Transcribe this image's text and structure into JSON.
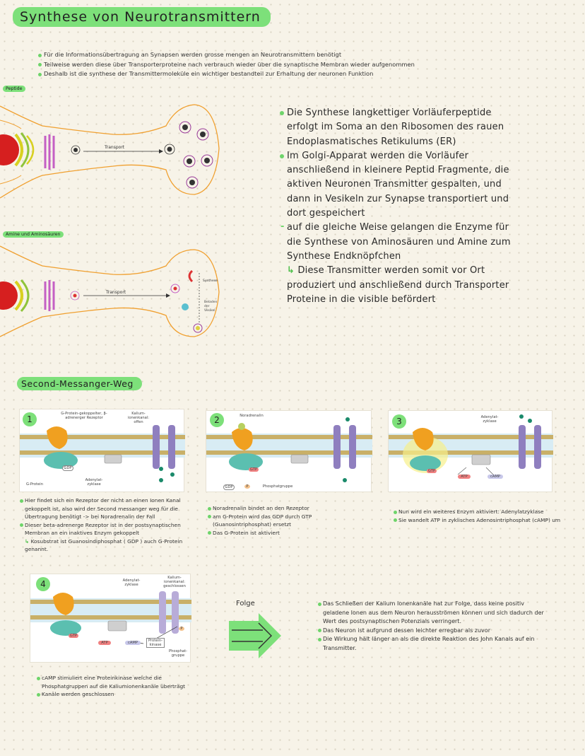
{
  "title": "Synthese von Neurotransmittern",
  "intro": [
    "Für die Informationsübertragung an Synapsen werden grosse mengen an Neurotransmittern benötigt",
    "Teilweise werden diese über Transporterproteine  nach verbrauch wieder über die synaptische Membran wieder aufgenommen",
    "Deshalb ist die synthese der Transmittermoleküle ein wichtiger bestandteil zur Erhaltung der neuronen Funktion"
  ],
  "diagram1": {
    "tag": "Peptide",
    "transport_label": "Transport"
  },
  "diagram2": {
    "tag": "Amine und Aminosäuren",
    "transport_label": "Transport",
    "label_synthese": "Synthese",
    "label_beladen": "Beladen der Vesikel"
  },
  "main_text": {
    "p1": "Die Synthese langkettiger Vorläuferpeptide erfolgt im Soma an den Ribosomen des rauen Endoplasmatisches Retikulums (ER)",
    "p2": "Im Golgi-Apparat werden die Vorläufer anschließend in kleinere Peptid Fragmente, die aktiven Neuronen Transmitter gespalten, und dann in Vesikeln zur Synapse transportiert und dort gespeichert",
    "p3": "auf die gleiche Weise gelangen die Enzyme für die Synthese von Aminosäuren und Amine zum Synthese Endknöpfchen",
    "p4_arrow": "↳",
    "p4": "Diese Transmitter werden somit vor Ort produziert und anschließend durch Transporter Proteine in die visible befördert"
  },
  "section2_title": "Second-Messanger-Weg",
  "panel1": {
    "number": "1",
    "label_rezeptor": "G-Protein-gekoppelter, β-adrenerger Rezeptor",
    "label_kanal": "Kalium-ionenkanal: offen",
    "label_gdp": "GDP",
    "label_gprotein": "G-Protein",
    "label_adenyl": "Adenylat-zyklase"
  },
  "panel1_notes": [
    "Hier findet sich ein Rezeptor der nicht an einen Ionen Kanal gekoppelt ist, also wird der Second messanger weg für die Übertragung benötigt  -> bei Noradrenalin der Fall",
    "Dieser beta-adrenerge Rezeptor ist in der postsynaptischen Membran an ein inaktives Enzym gekoppelt",
    "Kosubstrat ist Guanosindiphosphat ( GDP ) auch G-Protein genannt."
  ],
  "panel1_note_arrow": "↳",
  "panel2": {
    "number": "2",
    "label_noradrenalin": "Noradrenalin",
    "label_gtp": "GTP",
    "label_gdp": "GDP",
    "label_p": "P",
    "label_phosphat": "Phosphatgruppe"
  },
  "panel2_notes": [
    "Noradrenalin bindet an den Rezeptor",
    "am G-Protein wird das GDP durch GTP (Guanosintriphosphat) ersetzt",
    "Das G-Protein ist aktiviert"
  ],
  "panel3": {
    "number": "3",
    "label_adenyl": "Adenylat-zyklase",
    "label_gtp": "GTP",
    "label_atp": "ATP",
    "label_camp": "cAMP"
  },
  "panel3_notes": [
    "Nun wird ein weiteres Enzym aktiviert: Adenylatzyklase",
    "Sie wandelt ATP in zyklisches Adenosintriphosphat (cAMP) um"
  ],
  "panel4": {
    "number": "4",
    "label_adenyl": "Adenylat-zyklase",
    "label_kanal": "Kalium-ionenkanal: geschlossen",
    "label_gtp": "GTP",
    "label_atp": "ATP",
    "label_camp": "cAMP",
    "label_kinase": "Protein-kinase",
    "label_phosphat": "Phosphat-gruppe",
    "label_p": "P"
  },
  "panel4_notes": [
    "cAMP stimuliert eine Proteinkinase welche die Phosphatgruppen auf die Kaliumionenkanäle überträgt",
    "Kanäle werden geschlossen"
  ],
  "folge_label": "Folge",
  "result_notes": [
    "Das  Schließen der Kalium Ionenkanäle hat zur Folge, dass keine positiv geladene Ionen aus dem Neuron herausströmen können und sich dadurch der Wert des postsynaptischen Potenzials verringert.",
    "Das Neuron ist aufgrund dessen leichter erregbar als zuvor",
    "Die Wirkung hält länger an als die direkte Reaktion des John Kanals auf ein Transmitter."
  ],
  "colors": {
    "highlight": "#7de07a",
    "bullet": "#6ed46a",
    "receptor": "#f0a020",
    "gprotein": "#5bbfb0",
    "channel": "#8f7fbf",
    "membrane": "#c9b068"
  }
}
